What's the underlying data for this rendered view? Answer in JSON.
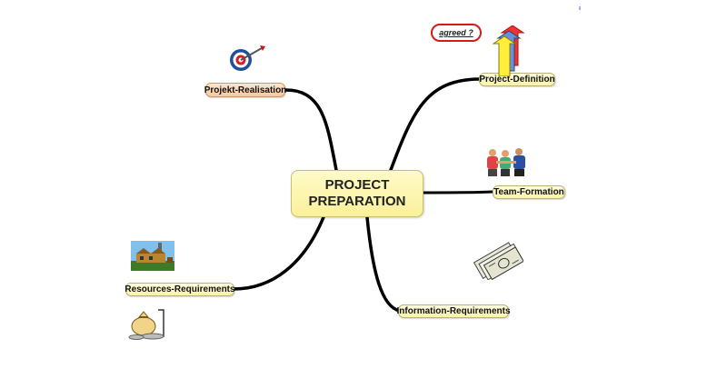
{
  "center": {
    "line1": "PROJECT",
    "line2": "PREPARATION"
  },
  "branches": [
    {
      "label": "Projekt-Realisation"
    },
    {
      "label": "Project-Definition"
    },
    {
      "label": "Team-Formation"
    },
    {
      "label": "Information-Requirements"
    },
    {
      "label": "Resources-Requirements"
    }
  ],
  "callout": {
    "text": "agreed ?"
  },
  "colors": {
    "node_fill": "#fbf3a6",
    "node_orange": "#f7c99a",
    "callout_border": "#d41a1a",
    "connector": "#000000"
  },
  "icons": [
    "target-dart-icon",
    "stacked-arrows-icon",
    "handshake-people-icon",
    "money-bills-icon",
    "factory-icon",
    "money-bag-icon"
  ]
}
